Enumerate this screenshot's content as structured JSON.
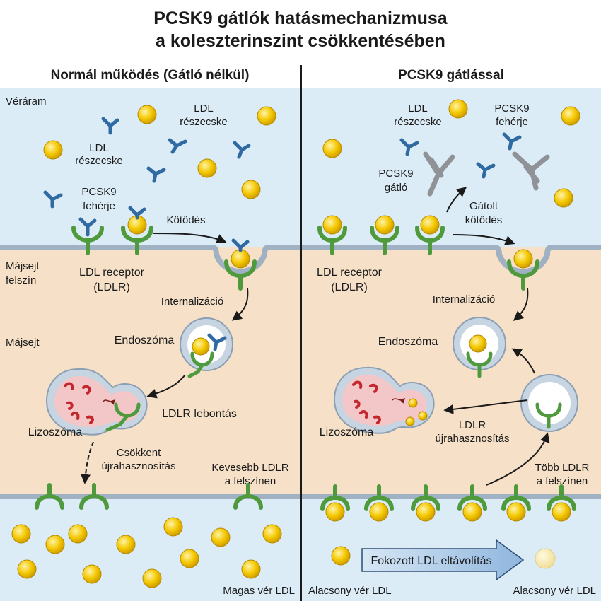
{
  "title": {
    "line1": "PCSK9 gátlók hatásmechanizmusa",
    "line2": "a koleszterinszint csökkentésében"
  },
  "left": {
    "heading": "Normál működés (Gátló nélkül)",
    "labels": {
      "bloodstream": "Véráram",
      "ldl1_l1": "LDL",
      "ldl1_l2": "részecske",
      "ldl2_l1": "LDL",
      "ldl2_l2": "részecske",
      "pcsk9_l1": "PCSK9",
      "pcsk9_l2": "fehérje",
      "binding": "Kötődés",
      "surface_l1": "Májsejt",
      "surface_l2": "felszín",
      "receptor_l1": "LDL receptor",
      "receptor_l2": "(LDLR)",
      "internalization": "Internalizáció",
      "hepatocyte": "Májsejt",
      "endosome": "Endoszóma",
      "ldlr_degradation": "LDLR lebontás",
      "lysosome": "Lizoszóma",
      "reduced_l1": "Csökkent",
      "reduced_l2": "újrahasznosítás",
      "fewer_l1": "Kevesebb LDLR",
      "fewer_l2": "a felszínen",
      "high_ldl": "Magas vér LDL"
    }
  },
  "right": {
    "heading": "PCSK9 gátlással",
    "labels": {
      "ldl_l1": "LDL",
      "ldl_l2": "részecske",
      "pcsk9_l1": "PCSK9",
      "pcsk9_l2": "fehérje",
      "inhibitor_l1": "PCSK9",
      "inhibitor_l2": "gátló",
      "blocked_l1": "Gátolt",
      "blocked_l2": "kötődés",
      "receptor_l1": "LDL receptor",
      "receptor_l2": "(LDLR)",
      "internalization": "Internalizáció",
      "endosome": "Endoszóma",
      "lysosome": "Lizoszóma",
      "recycling_l1": "LDLR",
      "recycling_l2": "újrahasznosítás",
      "more_l1": "Több LDLR",
      "more_l2": "a felszínen",
      "enhanced_removal": "Fokozott LDL eltávolítás",
      "low_ldl_a": "Alacsony vér LDL",
      "low_ldl_b": "Alacsony vér LDL"
    }
  },
  "colors": {
    "blood": "#dcecf7",
    "cell": "#f6e1c8",
    "membrane": "#9fb1c2",
    "ldl": "#f2c200",
    "receptor": "#4f9a3c",
    "pcsk9": "#3a78b5",
    "antibody": "#9a9ea4",
    "lysosome": "#f3c6c8",
    "arrow_fill": "#a9c8e6"
  }
}
